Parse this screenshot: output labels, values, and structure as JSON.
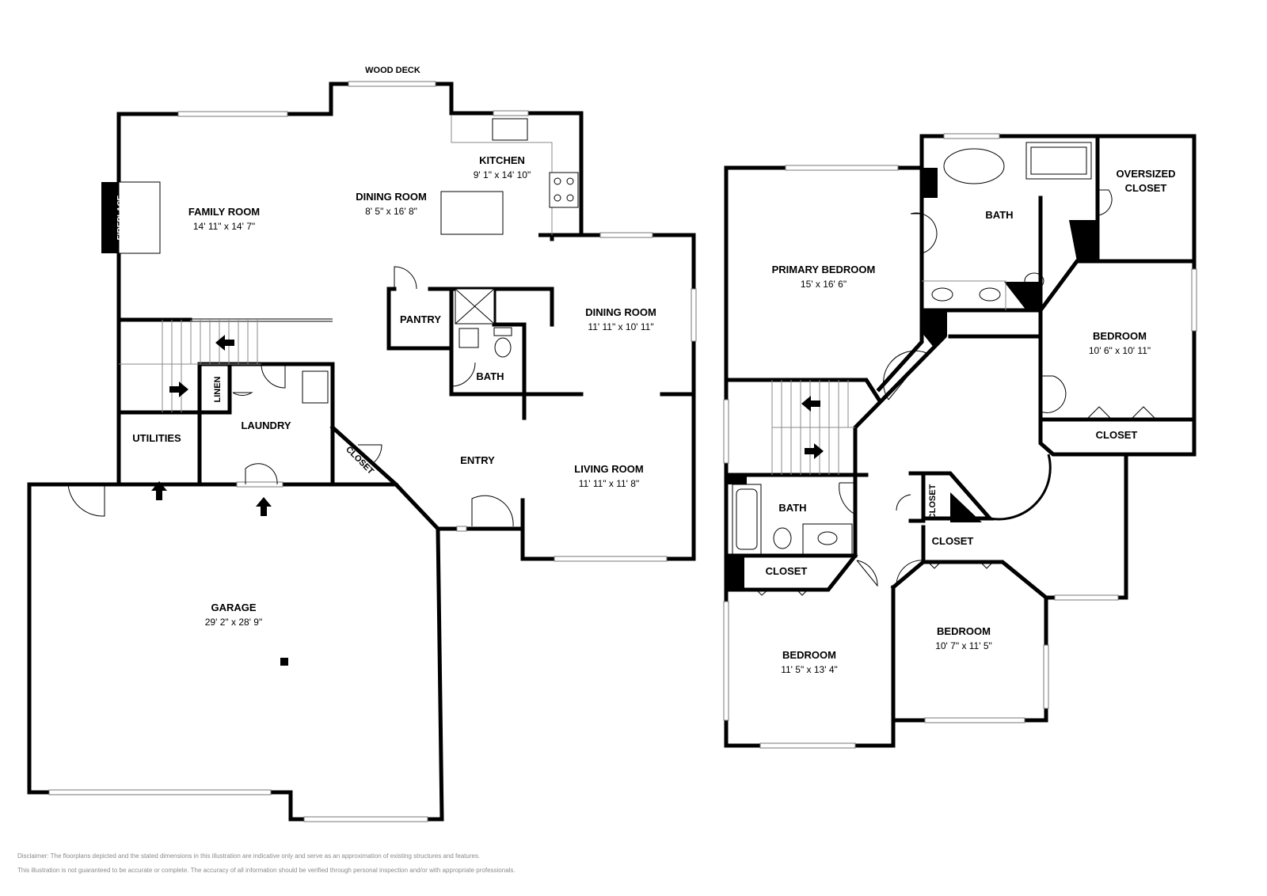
{
  "first_floor": {
    "wood_deck": "WOOD DECK",
    "fireplace": "FIREPLACE",
    "family_room": {
      "name": "FAMILY ROOM",
      "dims": "14' 11\" x 14' 7\""
    },
    "dining_room_1": {
      "name": "DINING ROOM",
      "dims": "8' 5\" x 16' 8\""
    },
    "kitchen": {
      "name": "KITCHEN",
      "dims": "9' 1\" x 14' 10\""
    },
    "pantry": {
      "name": "PANTRY"
    },
    "bath": {
      "name": "BATH"
    },
    "dining_room_2": {
      "name": "DINING ROOM",
      "dims": "11' 11\" x 10' 11\""
    },
    "linen": {
      "name": "LINEN"
    },
    "laundry": {
      "name": "LAUNDRY"
    },
    "utilities": {
      "name": "UTILITIES"
    },
    "closet": {
      "name": "CLOSET"
    },
    "entry": {
      "name": "ENTRY"
    },
    "living_room": {
      "name": "LIVING ROOM",
      "dims": "11' 11\" x 11' 8\""
    },
    "garage": {
      "name": "GARAGE",
      "dims": "29' 2\" x 28' 9\""
    }
  },
  "second_floor": {
    "primary_bedroom": {
      "name": "PRIMARY BEDROOM",
      "dims": "15' x 16' 6\""
    },
    "primary_bath": {
      "name": "BATH"
    },
    "oversized_closet": {
      "line1": "OVERSIZED",
      "line2": "CLOSET"
    },
    "bedroom_east": {
      "name": "BEDROOM",
      "dims": "10' 6\" x 10' 11\""
    },
    "closet_east": {
      "name": "CLOSET"
    },
    "hall_bath": {
      "name": "BATH"
    },
    "closet_hall": {
      "name": "CLOSET"
    },
    "closet_southwest": {
      "name": "CLOSET"
    },
    "closet_southeast": {
      "name": "CLOSET"
    },
    "bedroom_southwest": {
      "name": "BEDROOM",
      "dims": "11' 5\" x 13' 4\""
    },
    "bedroom_southeast": {
      "name": "BEDROOM",
      "dims": "10' 7\" x 11' 5\""
    }
  },
  "disclaimer": {
    "line1": "Disclaimer: The floorplans depicted and the stated dimensions in this illustration are indicative only and serve as an approximation of existing structures and features.",
    "line2": "This illustration is not guaranteed to be accurate or complete. The accuracy of all information should be verified through personal inspection and/or with appropriate professionals."
  }
}
